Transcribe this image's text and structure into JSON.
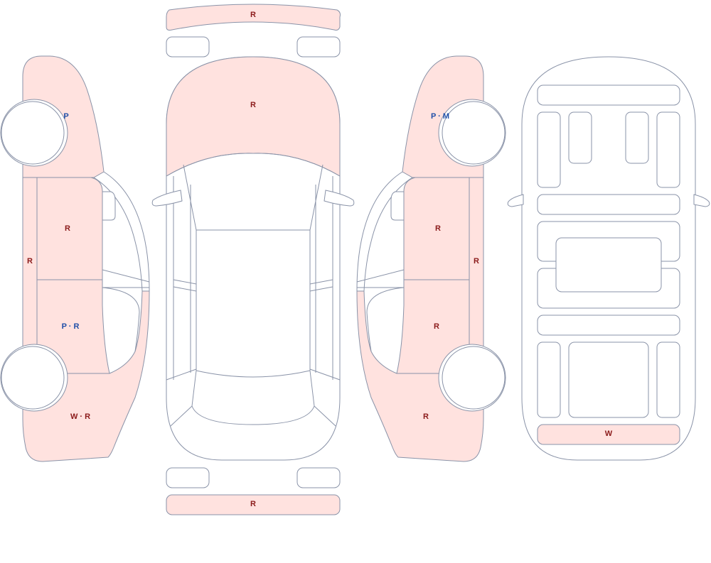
{
  "colors": {
    "damaged_fill": "#ffe2df",
    "outline": "#8a93a8",
    "code_red": "#8b1a1a",
    "code_blue": "#1f4fa8"
  },
  "labels": {
    "front_bumper": "R",
    "hood": "R",
    "rear_bumper": "R",
    "left_front_fender": "P",
    "left_front_door": "R",
    "left_rocker": "R",
    "left_rear_door": "P · R",
    "left_rear_quarter": "W · R",
    "right_front_fender": "P · M",
    "right_front_door": "R",
    "right_rocker": "R",
    "right_rear_door": "R",
    "right_rear_quarter": "R",
    "rear_panel": "W"
  }
}
